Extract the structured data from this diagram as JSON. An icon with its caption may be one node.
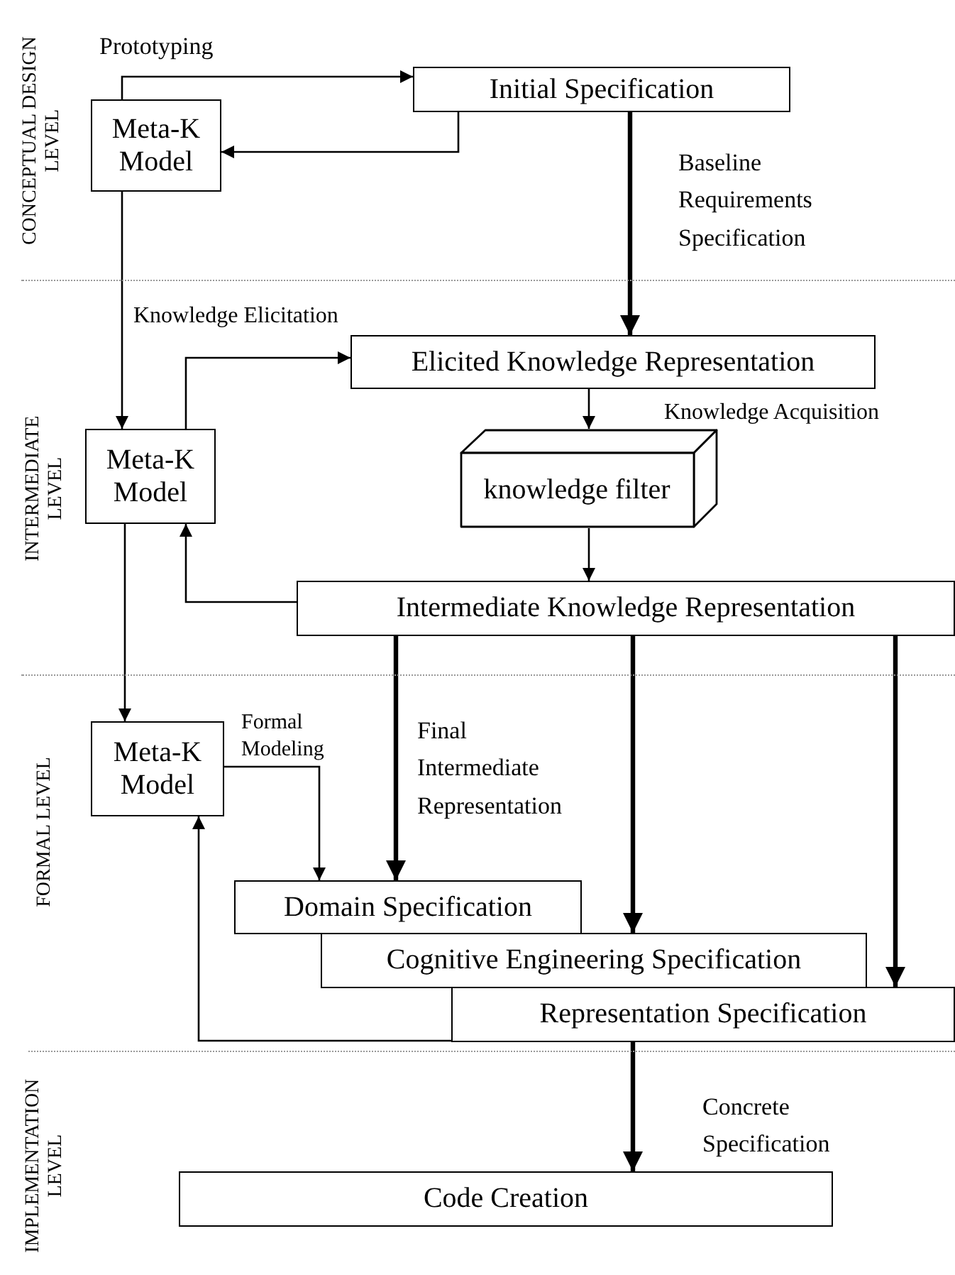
{
  "diagram": {
    "nodes": [
      {
        "text": [
          "Meta-K Model"
        ]
      },
      {
        "text": [
          "Initial Specification"
        ]
      },
      {
        "text": [
          "Elicited Knowledge Representation"
        ]
      },
      {
        "text": [
          "Meta-K Model"
        ]
      },
      {
        "text": [
          "knowledge filter"
        ]
      },
      {
        "text": [
          "Intermediate Knowledge Representation"
        ]
      },
      {
        "text": [
          "Meta-K Model"
        ]
      },
      {
        "text": [
          "Domain Specification"
        ]
      },
      {
        "text": [
          "Cognitive Engineering Specification"
        ]
      },
      {
        "text": [
          "Representation Specification"
        ]
      },
      {
        "text": [
          "Code Creation"
        ]
      }
    ],
    "edges": [
      {
        "from": 0,
        "to": 1,
        "arrow": "to",
        "label": "Prototyping"
      },
      {
        "from": 1,
        "to": 0,
        "arrow": "to"
      },
      {
        "from": 1,
        "to": 2,
        "arrow": "to",
        "style": "thick",
        "label": "Baseline Requirements Specification"
      },
      {
        "from": 0,
        "to": 3,
        "arrow": "to",
        "label": "Knowledge Elicitation"
      },
      {
        "from": 3,
        "to": 2,
        "arrow": "to"
      },
      {
        "from": 2,
        "to": 4,
        "arrow": "to",
        "label": "Knowledge Acquisition"
      },
      {
        "from": 4,
        "to": 5,
        "arrow": "to"
      },
      {
        "from": 5,
        "to": 3,
        "arrow": "to"
      },
      {
        "from": 3,
        "to": 6,
        "arrow": "to"
      },
      {
        "from": 6,
        "to": 7,
        "arrow": "to",
        "label": "Formal Modeling"
      },
      {
        "from": 5,
        "to": 7,
        "arrow": "to",
        "style": "thick",
        "label": "Final Intermediate Representation"
      },
      {
        "from": 5,
        "to": 8,
        "arrow": "to",
        "style": "thick"
      },
      {
        "from": 5,
        "to": 9,
        "arrow": "to",
        "style": "thick"
      },
      {
        "from": 9,
        "to": 6,
        "arrow": "to"
      },
      {
        "from": 9,
        "to": 10,
        "arrow": "to",
        "style": "thick",
        "label": "Concrete Specification"
      }
    ],
    "labels": [
      "CONCEPTUAL DESIGN LEVEL",
      "INTERMEDIATE LEVEL",
      "FORMAL LEVEL",
      "IMPLEMENTATION LEVEL"
    ]
  }
}
